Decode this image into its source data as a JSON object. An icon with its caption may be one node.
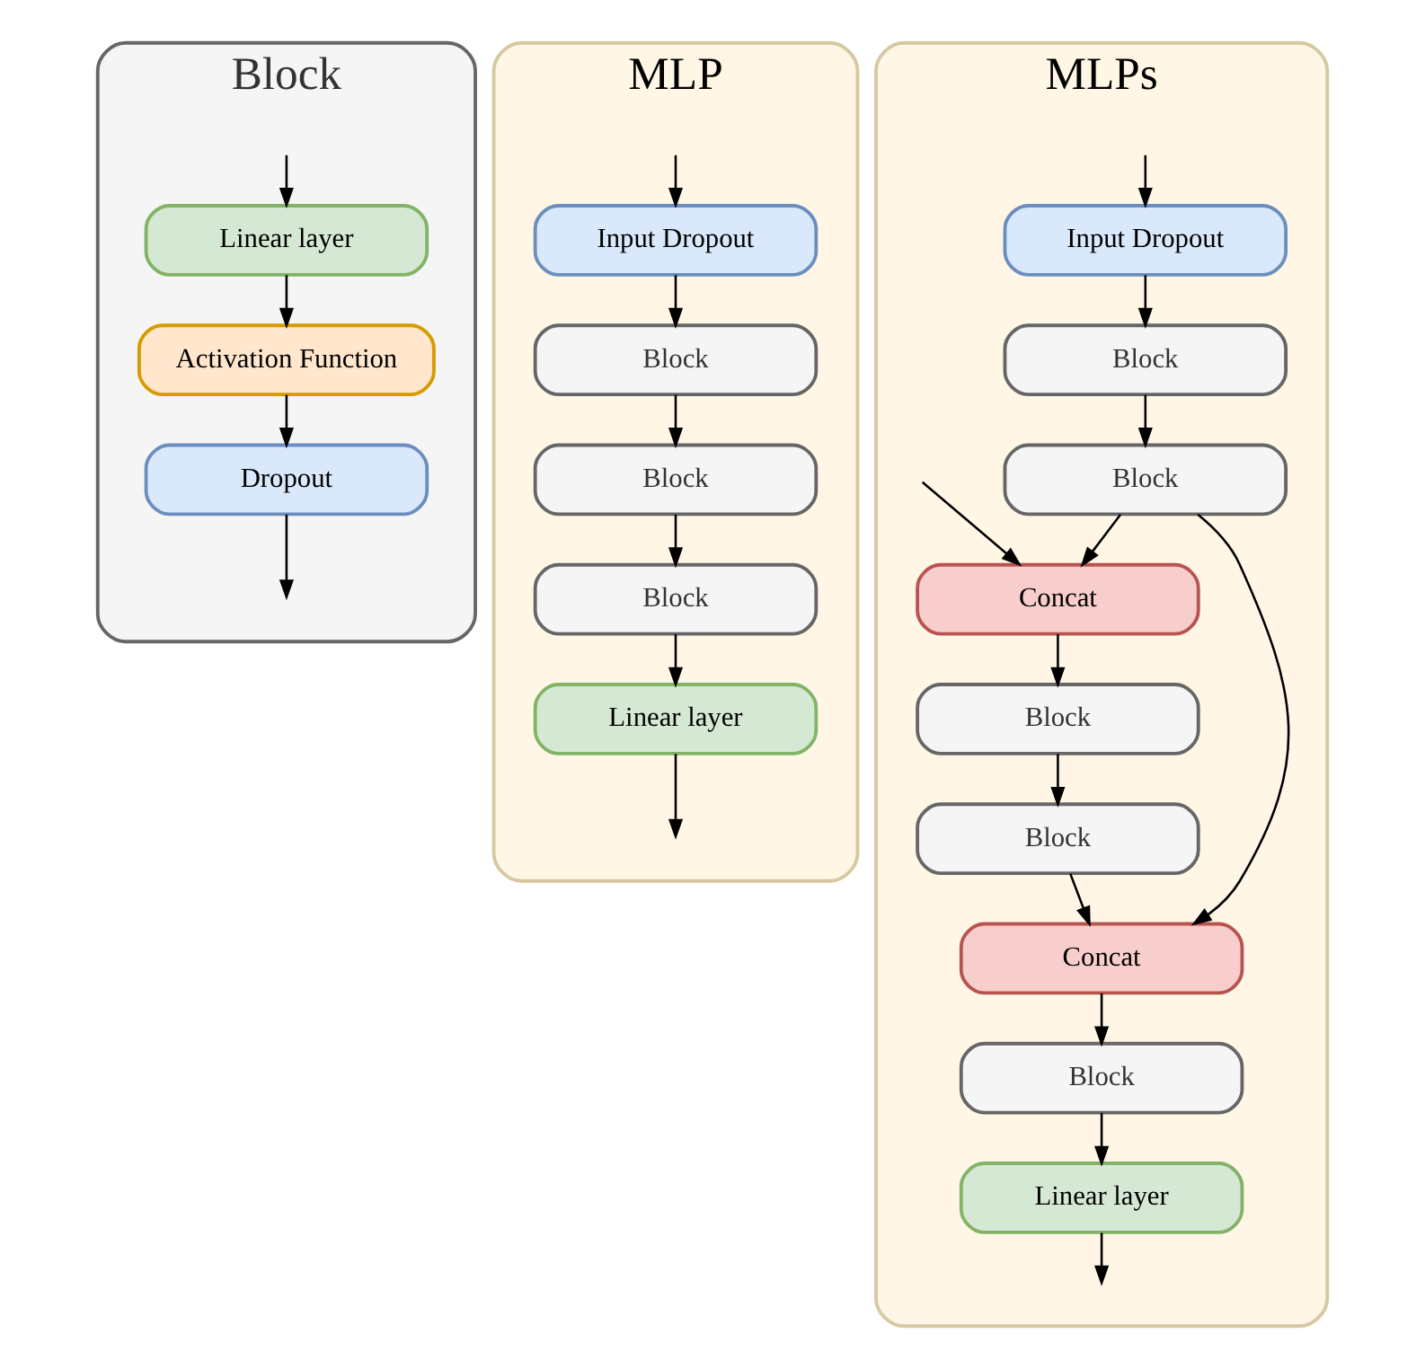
{
  "diagram": {
    "nodes": [
      {
        "text": [
          "Block"
        ]
      },
      {
        "text": [
          "Linear layer"
        ],
        "in": 0
      },
      {
        "text": [
          "Activation Function"
        ],
        "in": 0
      },
      {
        "text": [
          "Dropout"
        ],
        "in": 0
      },
      {
        "text": [
          "MLP"
        ]
      },
      {
        "text": [
          "Input Dropout"
        ],
        "in": 4
      },
      {
        "text": [
          "Block"
        ],
        "in": 4
      },
      {
        "text": [
          "Block"
        ],
        "in": 4
      },
      {
        "text": [
          "Block"
        ],
        "in": 4
      },
      {
        "text": [
          "Linear layer"
        ],
        "in": 4
      },
      {
        "text": [
          "MLPs"
        ]
      },
      {
        "text": [
          "Input Dropout"
        ],
        "in": 10
      },
      {
        "text": [
          "Block"
        ],
        "in": 10
      },
      {
        "text": [
          "Block"
        ],
        "in": 10
      },
      {
        "text": [
          "Concat"
        ],
        "in": 10
      },
      {
        "text": [
          "Block"
        ],
        "in": 10
      },
      {
        "text": [
          "Block"
        ],
        "in": 10
      },
      {
        "text": [
          "Concat"
        ],
        "in": 10
      },
      {
        "text": [
          "Block"
        ],
        "in": 10
      },
      {
        "text": [
          "Linear layer"
        ],
        "in": 10
      }
    ],
    "edges": [
      {
        "from": null,
        "to": 1,
        "arrow": "to"
      },
      {
        "from": 1,
        "to": 2,
        "arrow": "to"
      },
      {
        "from": 2,
        "to": 3,
        "arrow": "to"
      },
      {
        "from": 3,
        "to": null,
        "arrow": "to"
      },
      {
        "from": null,
        "to": 5,
        "arrow": "to"
      },
      {
        "from": 5,
        "to": 6,
        "arrow": "to"
      },
      {
        "from": 6,
        "to": 7,
        "arrow": "to"
      },
      {
        "from": 7,
        "to": 8,
        "arrow": "to"
      },
      {
        "from": 8,
        "to": 9,
        "arrow": "to"
      },
      {
        "from": 9,
        "to": null,
        "arrow": "to"
      },
      {
        "from": null,
        "to": 11,
        "arrow": "to"
      },
      {
        "from": null,
        "to": 14,
        "arrow": "to"
      },
      {
        "from": 11,
        "to": 12,
        "arrow": "to"
      },
      {
        "from": 12,
        "to": 13,
        "arrow": "to"
      },
      {
        "from": 13,
        "to": 14,
        "arrow": "to"
      },
      {
        "from": 13,
        "to": 17,
        "arrow": "to"
      },
      {
        "from": 14,
        "to": 15,
        "arrow": "to"
      },
      {
        "from": 15,
        "to": 16,
        "arrow": "to"
      },
      {
        "from": 16,
        "to": 17,
        "arrow": "to"
      },
      {
        "from": 17,
        "to": 18,
        "arrow": "to"
      },
      {
        "from": 18,
        "to": 19,
        "arrow": "to"
      },
      {
        "from": 19,
        "to": null,
        "arrow": "to"
      }
    ]
  }
}
